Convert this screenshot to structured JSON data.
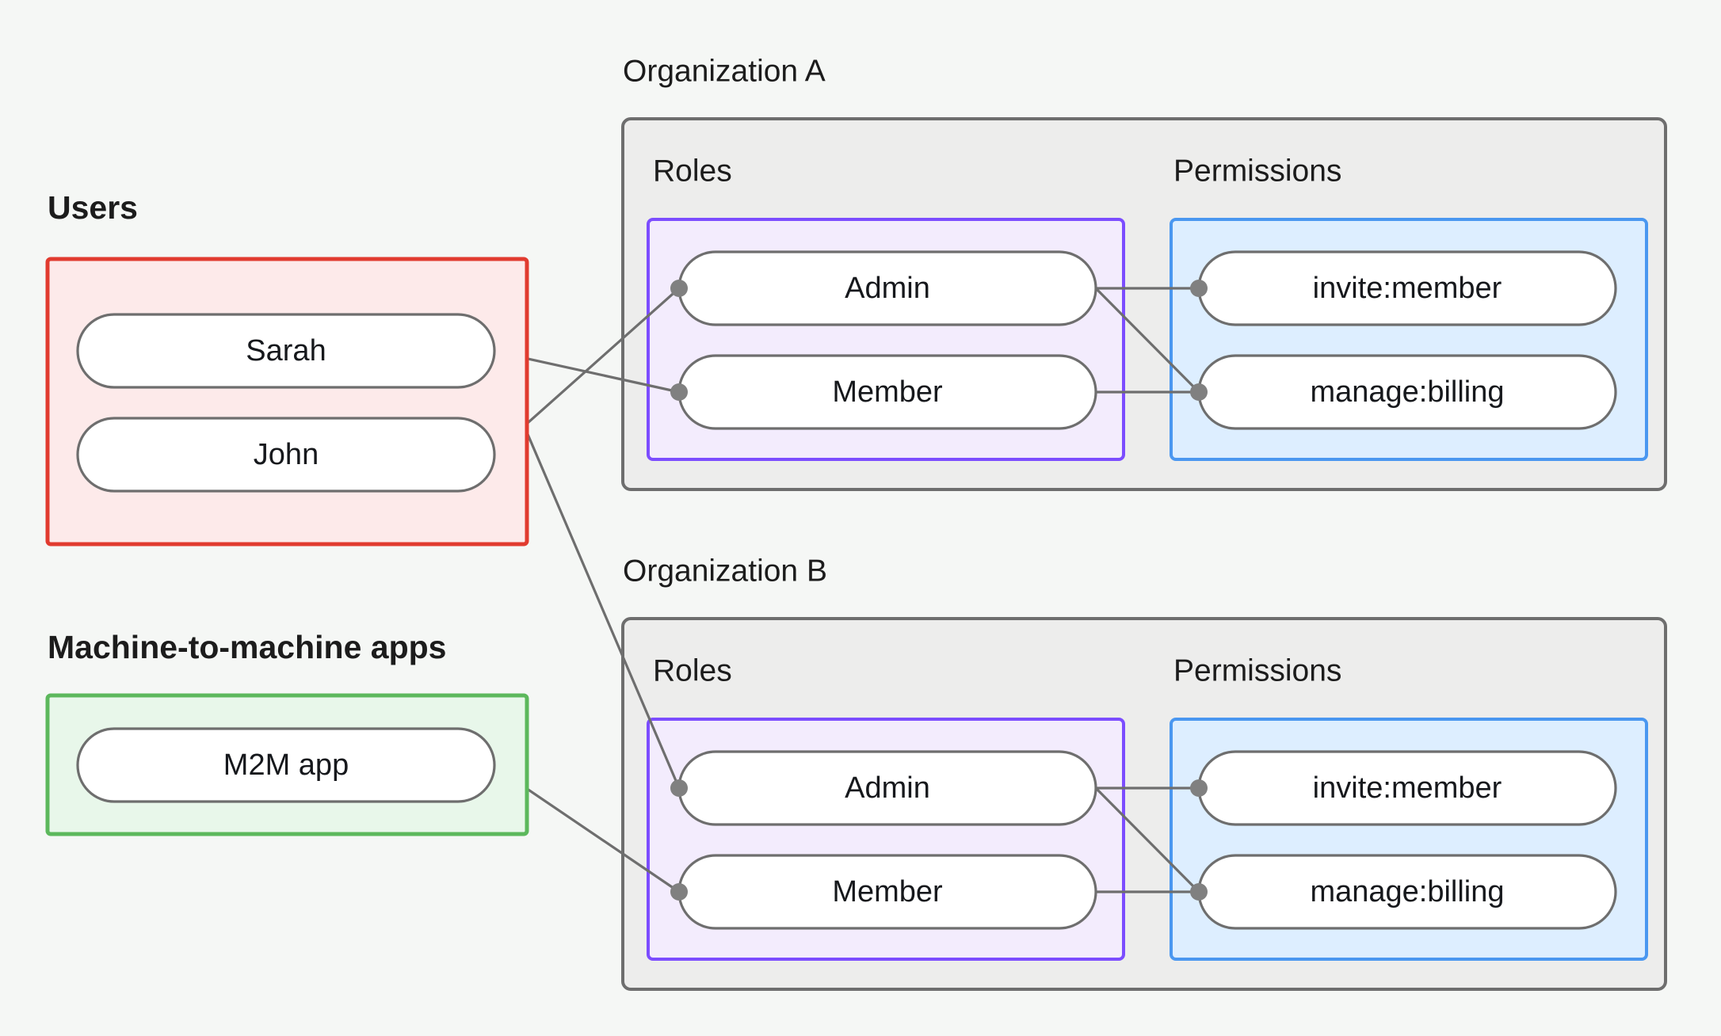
{
  "page": {
    "background": "#f5f7f5",
    "title_users": "Users",
    "title_m2m": "Machine-to-machine apps"
  },
  "colors": {
    "users_border": "#e13b2f",
    "users_fill": "#fdeaea",
    "m2m_border": "#5cb85c",
    "m2m_fill": "#e8f7ea",
    "roles_border": "#7c4dff",
    "roles_fill": "#f3ecfd",
    "perms_border": "#4a97f0",
    "perms_fill": "#ddeeff",
    "org_border": "#6e6e6e",
    "org_fill": "#ededec",
    "node_border": "#6e6e6e",
    "node_fill": "#ffffff",
    "edge": "#6e6e6e",
    "dot": "#808080",
    "text": "#1c1c1c"
  },
  "users_group": {
    "label": "Users",
    "items": [
      {
        "label": "Sarah"
      },
      {
        "label": "John"
      }
    ]
  },
  "m2m_group": {
    "label": "Machine-to-machine apps",
    "items": [
      {
        "label": "M2M app"
      }
    ]
  },
  "organizations": [
    {
      "title": "Organization A",
      "roles_label": "Roles",
      "permissions_label": "Permissions",
      "roles": [
        {
          "label": "Admin"
        },
        {
          "label": "Member"
        }
      ],
      "permissions": [
        {
          "label": "invite:member"
        },
        {
          "label": "manage:billing"
        }
      ]
    },
    {
      "title": "Organization B",
      "roles_label": "Roles",
      "permissions_label": "Permissions",
      "roles": [
        {
          "label": "Admin"
        },
        {
          "label": "Member"
        }
      ],
      "permissions": [
        {
          "label": "invite:member"
        },
        {
          "label": "manage:billing"
        }
      ]
    }
  ],
  "connections": [
    {
      "from": "Sarah",
      "to": "Organization A / Member"
    },
    {
      "from": "Sarah",
      "to": "Organization B / Admin"
    },
    {
      "from": "John",
      "to": "Organization A / Admin"
    },
    {
      "from": "M2M app",
      "to": "Organization B / Member"
    },
    {
      "from": "Organization A / Admin",
      "to": "Organization A / invite:member"
    },
    {
      "from": "Organization A / Admin",
      "to": "Organization A / manage:billing"
    },
    {
      "from": "Organization A / Member",
      "to": "Organization A / manage:billing"
    },
    {
      "from": "Organization B / Admin",
      "to": "Organization B / invite:member"
    },
    {
      "from": "Organization B / Admin",
      "to": "Organization B / manage:billing"
    },
    {
      "from": "Organization B / Member",
      "to": "Organization B / manage:billing"
    }
  ]
}
